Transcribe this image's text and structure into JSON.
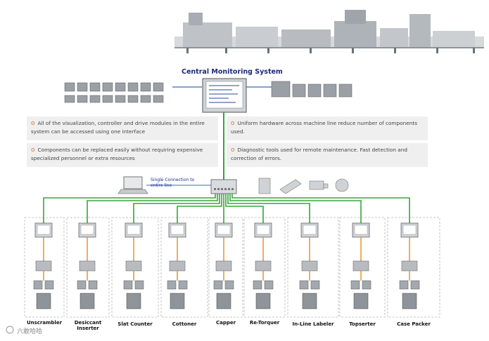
{
  "header": {
    "title": "Central Monitoring System"
  },
  "benefits": [
    {
      "text": "All of the visualization, controller and drive modules in the entire system can be accessed using one interface"
    },
    {
      "text": "Uniform hardware across machine line reduce number of components used."
    },
    {
      "text": "Components can be replaced easily without requiring expensive specialized personnel or extra resources"
    },
    {
      "text": "Diagnostic tools used for remote maintenance. Fast detection and correction of errors."
    }
  ],
  "network": {
    "connection_label": "Single Connection to entire line"
  },
  "machines": [
    {
      "label": "Unscrambler"
    },
    {
      "label": "Desiccant Inserter"
    },
    {
      "label": "Slat Counter"
    },
    {
      "label": "Cottoner"
    },
    {
      "label": "Capper"
    },
    {
      "label": "Re-Torquer"
    },
    {
      "label": "In-Line Labeler"
    },
    {
      "label": "Topserter"
    },
    {
      "label": "Case Packer"
    }
  ],
  "watermark": {
    "text": "六敢哈哈"
  },
  "colors": {
    "network_line": "#35a53a",
    "drive_line": "#e8932a",
    "title": "#1a2a7a",
    "bullet": "#e07820"
  }
}
